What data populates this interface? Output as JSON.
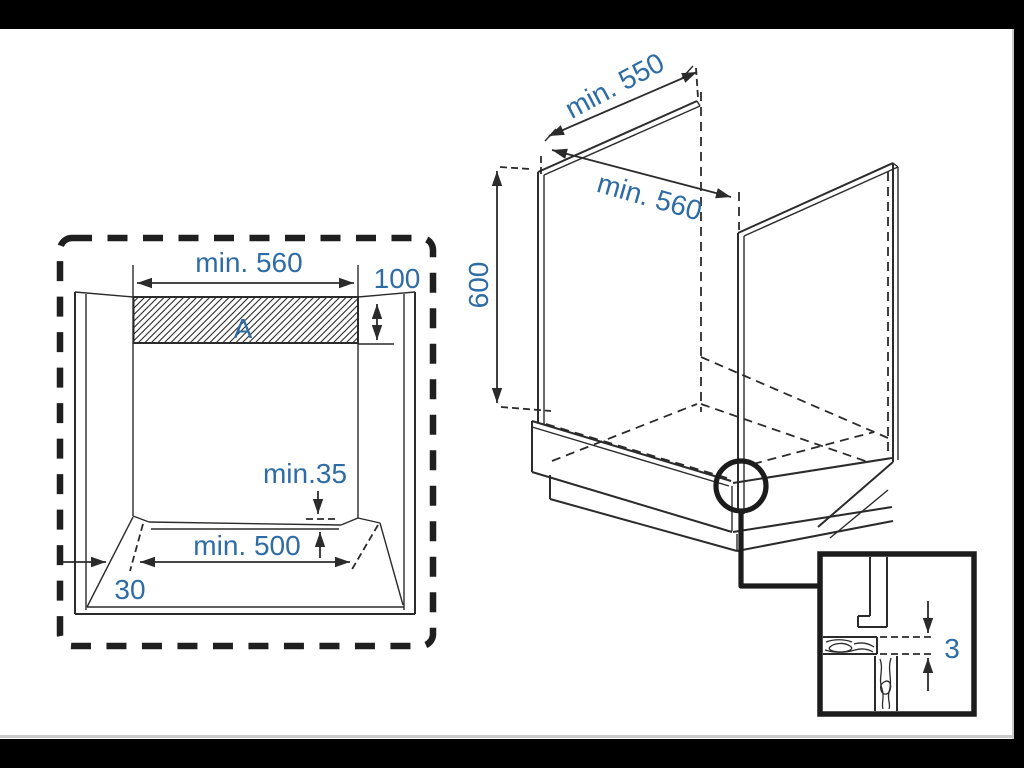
{
  "diagram": {
    "title": "built-in-oven-installation-diagram",
    "front_view": {
      "top_width": "min. 560",
      "top_clearance": "100",
      "vent_area": "A",
      "rear_clearance": "min.35",
      "base_width": "min. 500",
      "side_clearance": "30"
    },
    "iso_view": {
      "depth": "min. 550",
      "width": "min. 560",
      "height": "600"
    },
    "detail_inset": {
      "gap": "3"
    },
    "colors": {
      "label_blue": "#2e6ca6",
      "line_dark": "#2b2b2b",
      "background": "#ffffff",
      "frame_black": "#000000"
    }
  }
}
